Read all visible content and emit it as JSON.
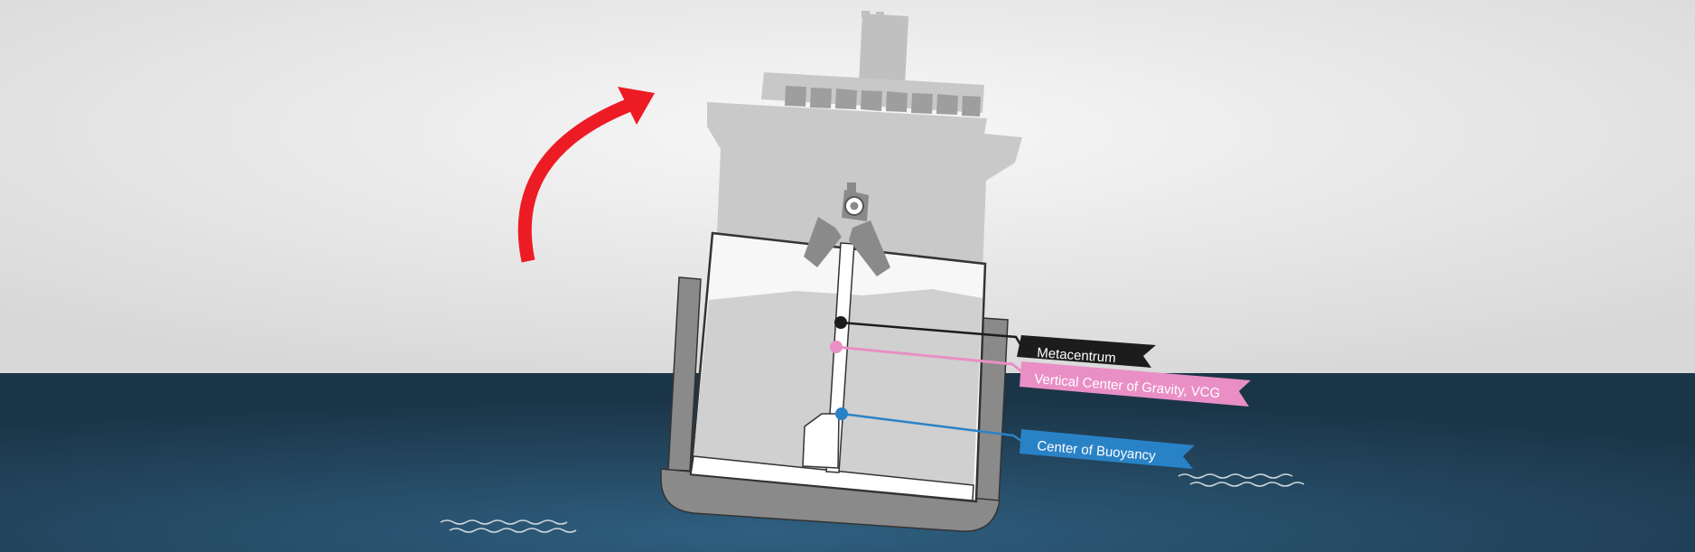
{
  "labels": {
    "metacentrum": "Metacentrum",
    "vcg": "Vertical Center of Gravity, VCG",
    "buoyancy": "Center of Buoyancy"
  },
  "colors": {
    "sky_center": "#f7f7f7",
    "sky_edge": "#d9d9d9",
    "sea": "#1d3a4f",
    "sea_light": "#2e5d7d",
    "superstructure": "#c4c4c4",
    "hull_wall": "#8a8a8a",
    "metacentrum": "#1c1c1c",
    "vcg": "#e98fc6",
    "buoyancy": "#2a82c6",
    "arrow": "#ed1c24"
  },
  "icons": {
    "rotation": "curved-arrow-icon",
    "waves": "wave-icon",
    "crane": "crane-icon"
  }
}
